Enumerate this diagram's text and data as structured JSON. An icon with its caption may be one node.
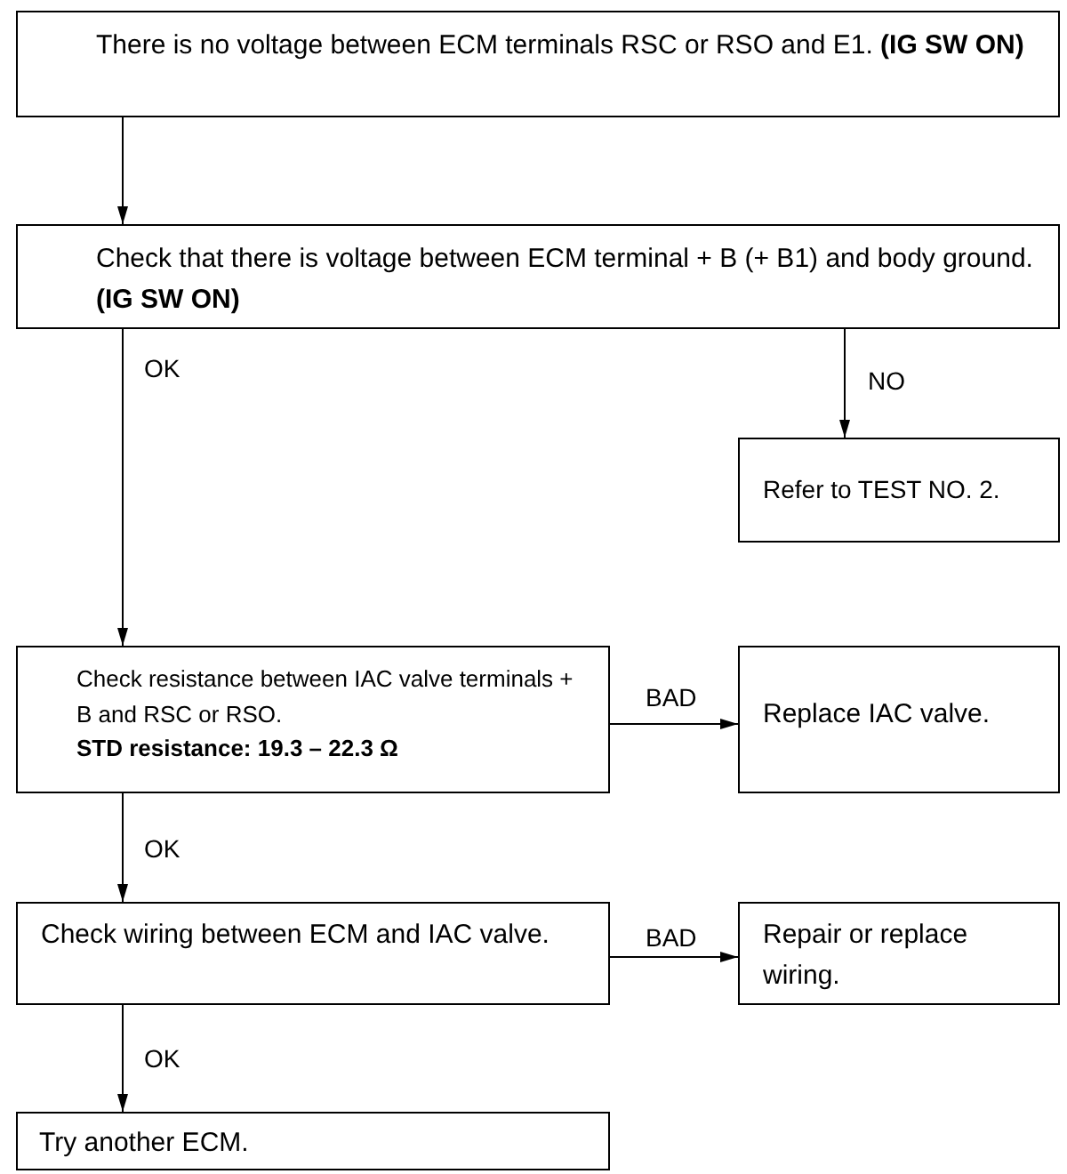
{
  "diagram": {
    "nodes": [
      {
        "text": [
          "There is no voltage between ECM terminals RSC or RSO and E1. **(IG SW ON)**"
        ]
      },
      {
        "text": [
          "Check that there is voltage between ECM terminal + B (+ B1) and body ground. **(IG SW ON)**"
        ]
      },
      {
        "text": [
          "Refer to TEST NO. 2."
        ]
      },
      {
        "text": [
          "Check resistance between IAC valve terminals + B and RSC or RSO.",
          "STD resistance:   19.3 – 22.3 Ω"
        ]
      },
      {
        "text": [
          "Replace IAC valve."
        ]
      },
      {
        "text": [
          "Check wiring between ECM and IAC valve."
        ]
      },
      {
        "text": [
          "Repair or replace wiring."
        ]
      },
      {
        "text": [
          "Try another ECM."
        ]
      }
    ],
    "edges": [
      {
        "from": 0,
        "to": 1,
        "arrow": "to"
      },
      {
        "from": 1,
        "to": 3,
        "arrow": "to",
        "label": "OK"
      },
      {
        "from": 1,
        "to": 2,
        "arrow": "to",
        "label": "NO"
      },
      {
        "from": 3,
        "to": 4,
        "arrow": "to",
        "label": "BAD"
      },
      {
        "from": 3,
        "to": 5,
        "arrow": "to",
        "label": "OK"
      },
      {
        "from": 5,
        "to": 6,
        "arrow": "to",
        "label": "BAD"
      },
      {
        "from": 5,
        "to": 7,
        "arrow": "to",
        "label": "OK"
      }
    ]
  }
}
